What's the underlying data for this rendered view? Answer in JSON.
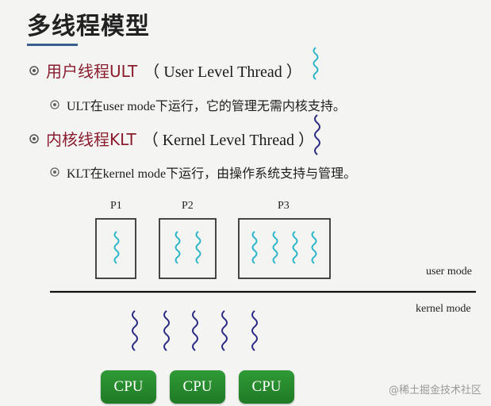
{
  "title": "多线程模型",
  "items": [
    {
      "main": "用户线程ULT",
      "paren": "（ User Level Thread ）",
      "sub": "ULT在user mode下运行，它的管理无需内核支持。"
    },
    {
      "main": "内核线程KLT",
      "paren": "（ Kernel Level Thread ）",
      "sub": "KLT在kernel mode下运行，由操作系统支持与管理。"
    }
  ],
  "processes": [
    "P1",
    "P2",
    "P3"
  ],
  "modes": {
    "user": "user mode",
    "kernel": "kernel mode"
  },
  "cpus": [
    "CPU",
    "CPU",
    "CPU"
  ],
  "watermark": "@稀土掘金技术社区",
  "colors": {
    "accent": "#8a1c2e",
    "thread_cyan": "#2bb5c9",
    "thread_navy": "#2a2a82",
    "cpu_green": "#2a8f31"
  }
}
